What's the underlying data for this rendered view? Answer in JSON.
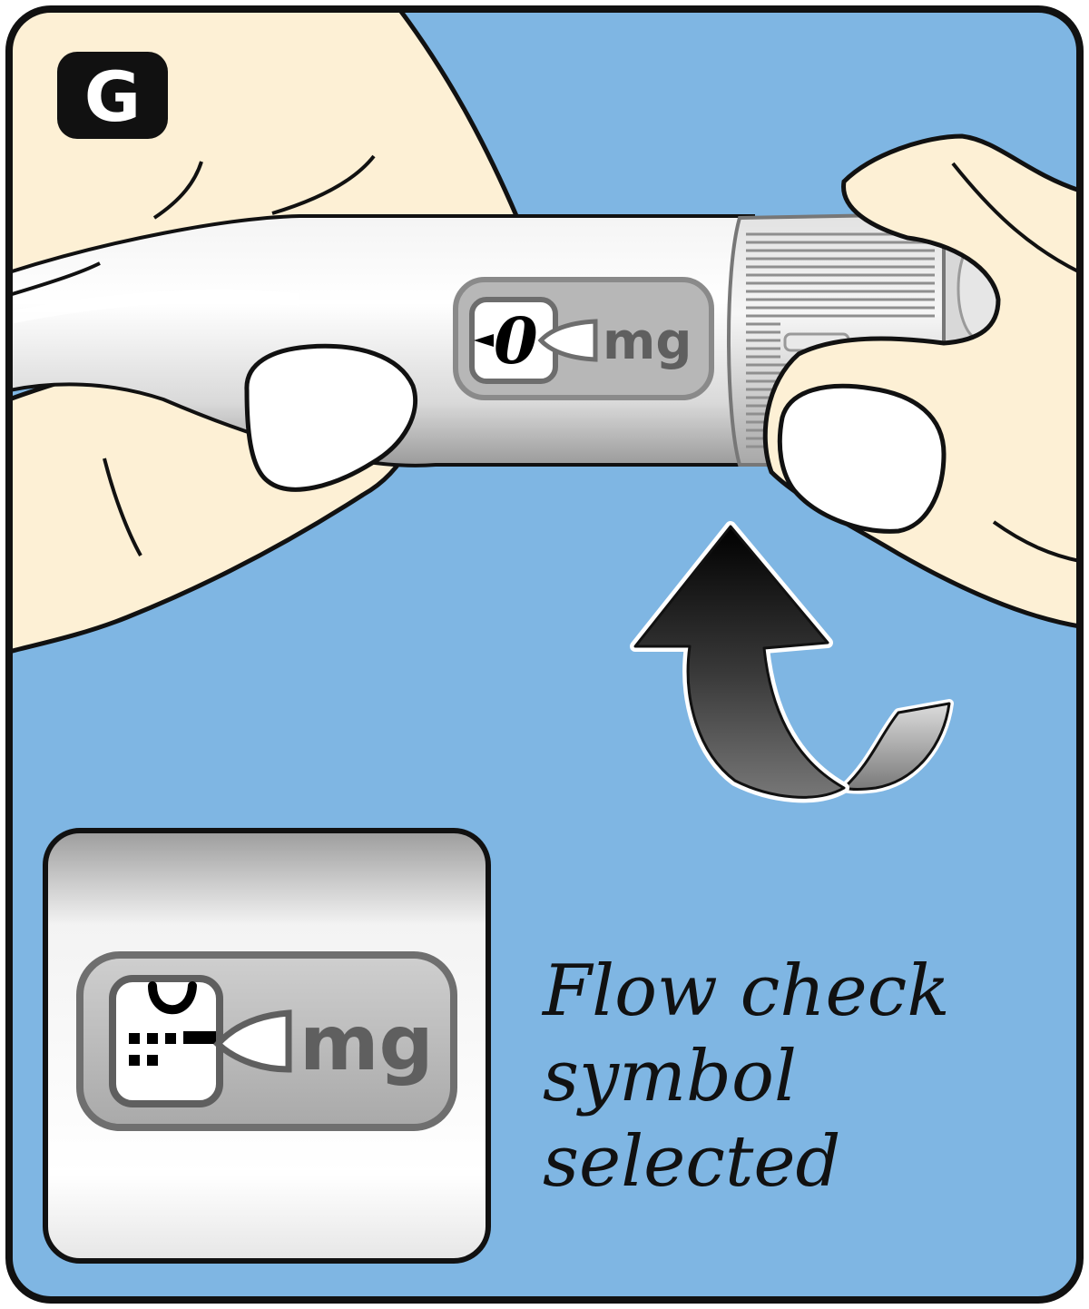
{
  "step": {
    "letter": "G"
  },
  "pen_window": {
    "dose_number": "0",
    "unit": "mg"
  },
  "inset_window": {
    "unit": "mg"
  },
  "caption": {
    "lines": [
      "Flow check",
      "symbol",
      "selected"
    ]
  },
  "colors": {
    "background": "#7fb6e3",
    "skin": "#fdf0d5",
    "outline": "#111111",
    "pen_body": "#e8e8e8",
    "arrow_dark": "#1a1a1a"
  },
  "icons": {
    "step_badge": "letter-badge-icon",
    "rotate_arrow": "curved-arrow-up-icon",
    "dose_pointer": "triangle-pointer-icon",
    "flow_check": "flow-check-symbol-icon"
  }
}
